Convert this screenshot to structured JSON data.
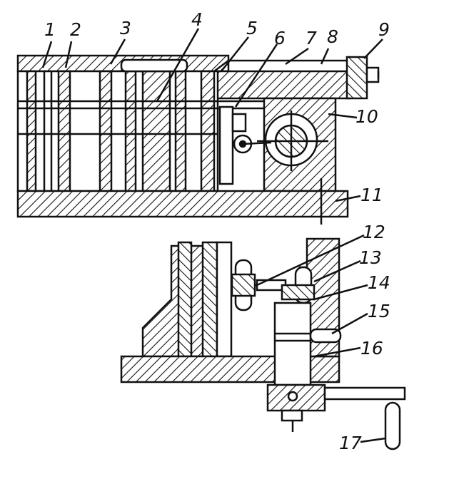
{
  "diagram": {
    "callouts": [
      {
        "id": "c1",
        "text": "1"
      },
      {
        "id": "c2",
        "text": "2"
      },
      {
        "id": "c3",
        "text": "3"
      },
      {
        "id": "c4",
        "text": "4"
      },
      {
        "id": "c5",
        "text": "5"
      },
      {
        "id": "c6",
        "text": "6"
      },
      {
        "id": "c7",
        "text": "7"
      },
      {
        "id": "c8",
        "text": "8"
      },
      {
        "id": "c9",
        "text": "9"
      },
      {
        "id": "c10",
        "text": "10"
      },
      {
        "id": "c11",
        "text": "11"
      },
      {
        "id": "c12",
        "text": "12"
      },
      {
        "id": "c13",
        "text": "13"
      },
      {
        "id": "c14",
        "text": "14"
      },
      {
        "id": "c15",
        "text": "15"
      },
      {
        "id": "c16",
        "text": "16"
      },
      {
        "id": "c17",
        "text": "17"
      }
    ],
    "colors": {
      "ink": "#111111",
      "paper": "#ffffff"
    }
  }
}
